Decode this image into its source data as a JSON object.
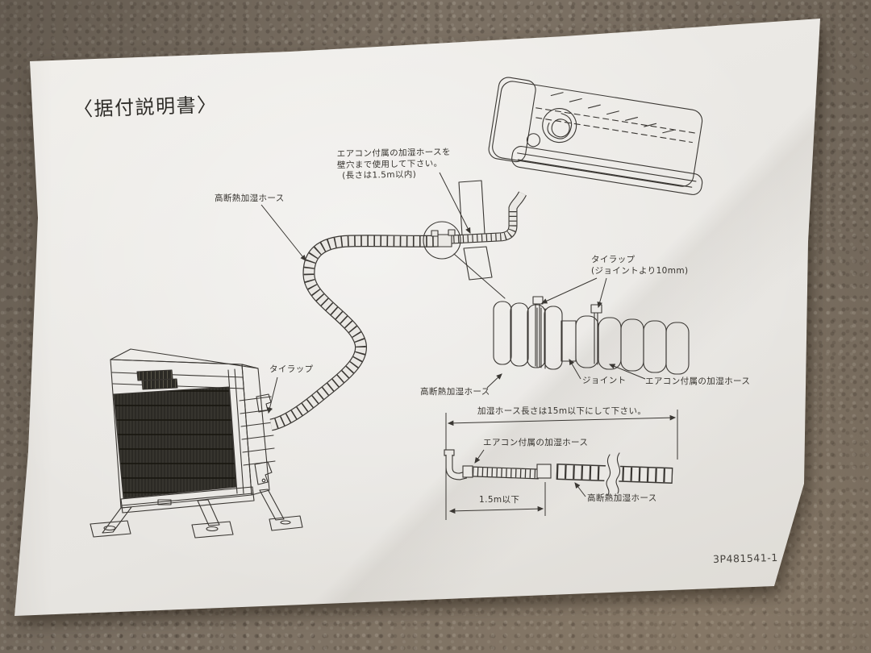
{
  "document": {
    "title": "〈据付説明書〉",
    "part_number": "3P481541-1"
  },
  "labels": {
    "wall_note": {
      "line1": "エアコン付属の加湿ホースを",
      "line2": "壁穴まで使用して下さい。",
      "line3": "(長さは1.5m以内)"
    },
    "insulated_hose": "高断熱加湿ホース",
    "tie_wrap": "タイラップ",
    "tie_wrap_joint": {
      "line1": "タイラップ",
      "line2": "(ジョイントより10mm)"
    },
    "joint": "ジョイント",
    "ac_supplied_hose": "エアコン付属の加湿ホース",
    "total_length_note": "加湿ホース長さは15m以下にして下さい。",
    "max_length": "1.5m以下"
  }
}
